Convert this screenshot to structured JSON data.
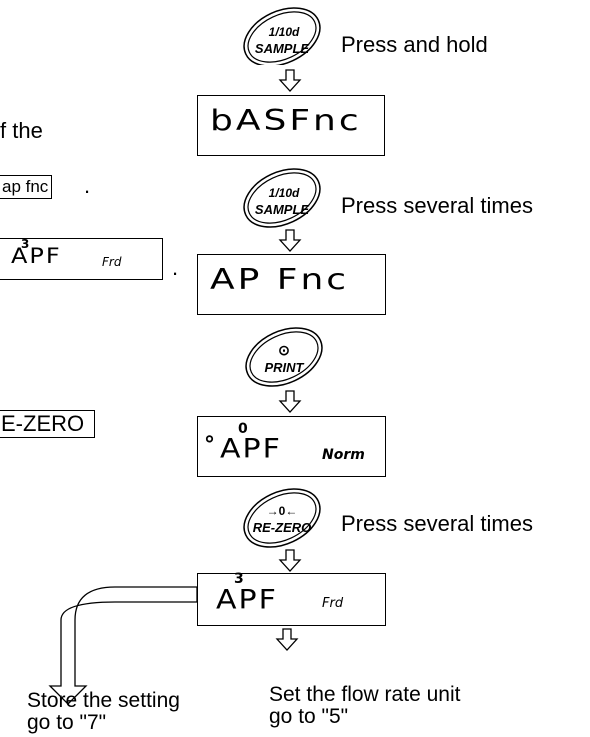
{
  "left_fragments": {
    "line1": "f the",
    "boxed_code": "ap fnc",
    "boxed_code_after": ".",
    "mini_display": {
      "sup": "3",
      "main": "APF",
      "sub": "Frd"
    },
    "mini_display_after": ".",
    "boxed_key": "E-ZERO"
  },
  "keys": {
    "sample_label_top": "1/10d",
    "sample_label_bottom": "SAMPLE",
    "print_symbol": "⊙",
    "print_label": "PRINT",
    "rezero_symbol": "→0←",
    "rezero_label": "RE-ZERO"
  },
  "instructions": {
    "press_and_hold": "Press and hold",
    "press_several_1": "Press several times",
    "press_several_2": "Press several times"
  },
  "displays": {
    "d1": {
      "main": "bASFnc"
    },
    "d2": {
      "main": "AP Fnc"
    },
    "d3": {
      "dot": "°",
      "sup": "0",
      "main": "APF",
      "sub": "Norm"
    },
    "d4": {
      "sup": "3",
      "main": "APF",
      "sub": "Frd"
    }
  },
  "outcomes": {
    "store_line1": "Store the setting",
    "store_line2": "go to \"7\"",
    "set_line1": "Set the flow rate unit",
    "set_line2": "go to \"5\""
  }
}
